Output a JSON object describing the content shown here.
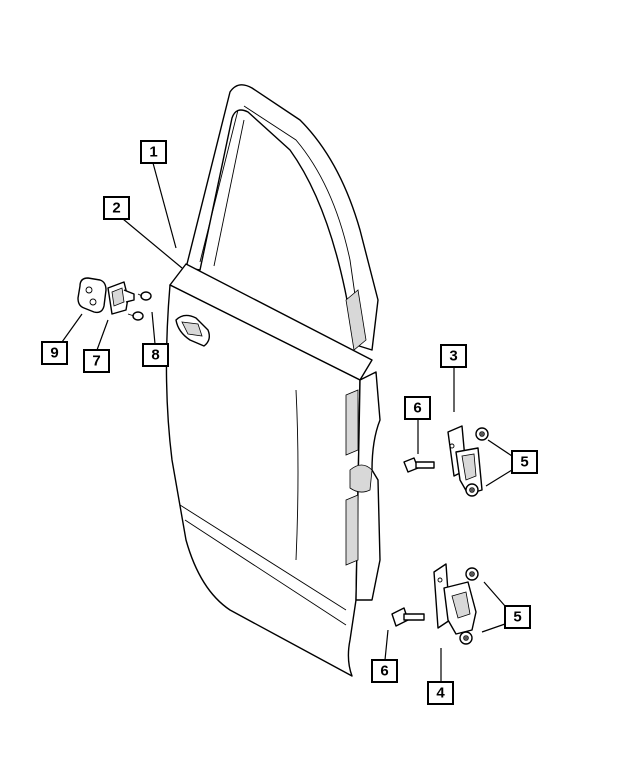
{
  "callouts": [
    {
      "id": "1",
      "label": "1"
    },
    {
      "id": "2",
      "label": "2"
    },
    {
      "id": "3",
      "label": "3"
    },
    {
      "id": "4",
      "label": "4"
    },
    {
      "id": "5a",
      "label": "5"
    },
    {
      "id": "5b",
      "label": "5"
    },
    {
      "id": "6a",
      "label": "6"
    },
    {
      "id": "6b",
      "label": "6"
    },
    {
      "id": "7",
      "label": "7"
    },
    {
      "id": "8",
      "label": "8"
    },
    {
      "id": "9",
      "label": "9"
    }
  ],
  "colors": {
    "line": "#000000",
    "fill": "#ffffff",
    "shade": "#d8d8d8"
  }
}
